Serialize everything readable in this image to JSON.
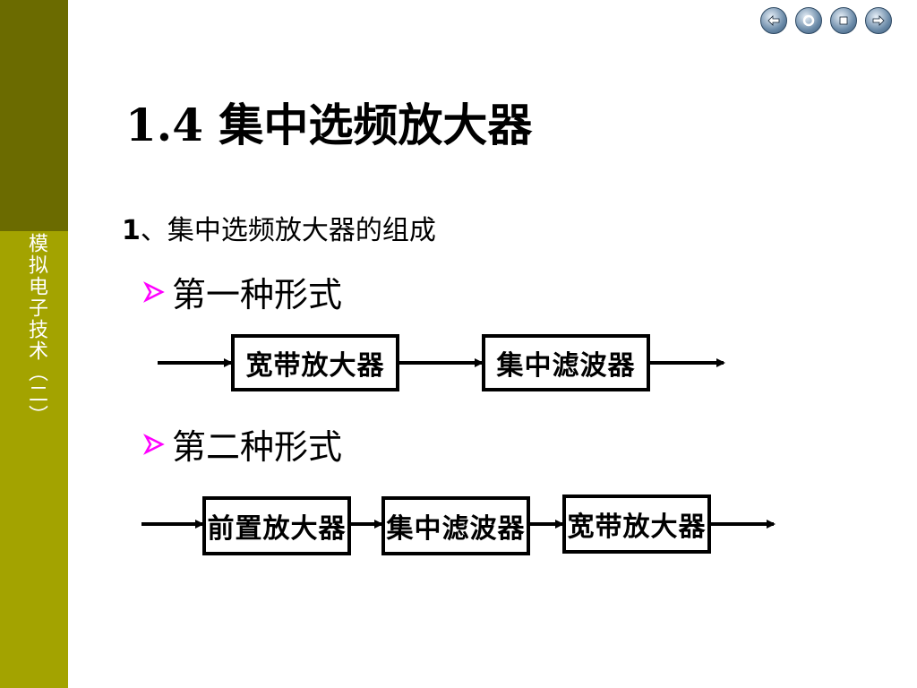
{
  "sidebar": {
    "vertical_text": "模拟电子技术（二）"
  },
  "nav": {
    "icons": [
      "prev-icon",
      "home-icon",
      "stop-icon",
      "next-icon"
    ]
  },
  "title": "1.4 集中选频放大器",
  "subtitle": {
    "number": "1",
    "text": "、集中选频放大器的组成"
  },
  "form1": {
    "label": "第一种形式",
    "blocks": [
      "宽带放大器",
      "集中滤波器"
    ]
  },
  "form2": {
    "label": "第二种形式",
    "blocks": [
      "前置放大器",
      "集中滤波器",
      "宽带放大器"
    ]
  },
  "colors": {
    "sidebar_dark": "#6b6b00",
    "sidebar_light": "#a3a300",
    "bullet_arrow": "#ff00ff"
  }
}
